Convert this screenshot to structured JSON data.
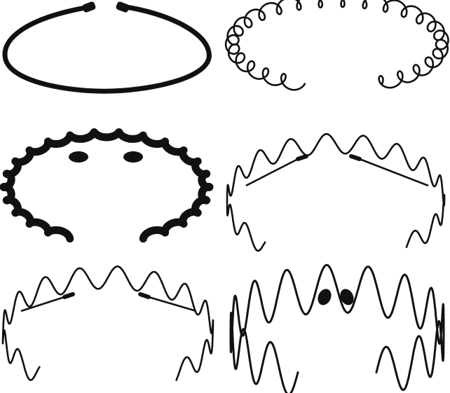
{
  "products": [
    {
      "id": "spring-coil-headband",
      "style": "tight-coil",
      "color": "#111111"
    },
    {
      "id": "spiral-spring-headband",
      "style": "loose-spiral",
      "color": "#111111"
    },
    {
      "id": "wide-wave-headband",
      "style": "wide-wave",
      "color": "#111111"
    },
    {
      "id": "wave-wire-headband-a",
      "style": "wave-wire",
      "color": "#111111"
    },
    {
      "id": "wave-wire-headband-b",
      "style": "wave-wire",
      "color": "#111111"
    },
    {
      "id": "tall-zigzag-headband",
      "style": "tall-zigzag",
      "color": "#111111"
    }
  ]
}
